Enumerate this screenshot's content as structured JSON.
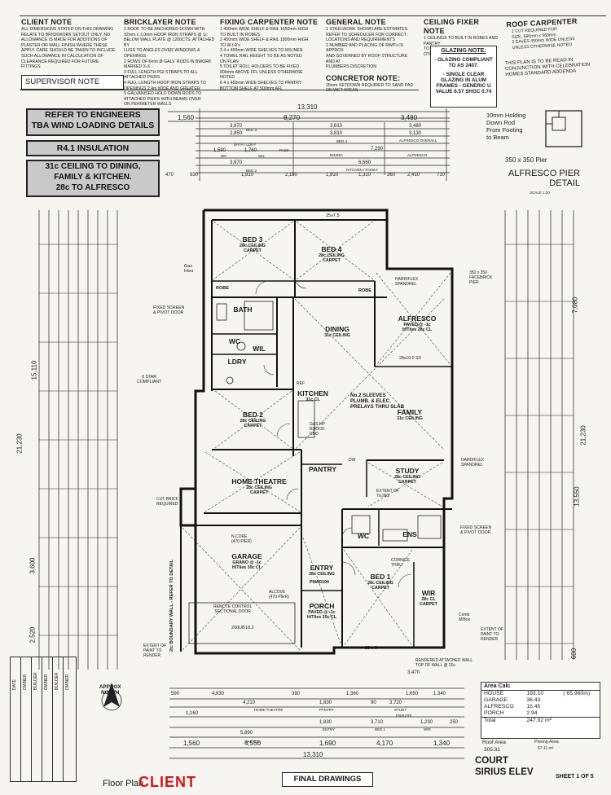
{
  "notes": [
    {
      "title": "CLIENT NOTE",
      "body": "ALL DIMENSIONS STATED ON THIS DRAWING\nRELATE TO BRICKWORK SETOUT ONLY. NO\nALLOWANCE IS MADE FOR ADDITIONS OF\nPLASTER OR WALL FINISH WHERE THESE\nAPPLY. CARE SHOULD BE TAKEN TO INCLUDE\nSUCH ALLOWANCE IN CALCULATION OF\nCLEARANCE REQUIRED FOR FUTURE FITTINGS"
    },
    {
      "title": "BRICKLAYER NOTE",
      "body": "1 ROOF TO BE ANCHORED DOWN WITH\n32mm x 1.0mm HOOP IRON STRAPS @ 1c\nBELOW WALL PLATE @ 1200CTS. ATTACHED BY\nLUGS TO ANGLES OVER WINDOWS & OPENINGS\n2 ROWS OF 6mm Ø GALV. RODS IN BWORK\nMARKED X-X\n3 FULL LENGTH PGI STRAPS TO ALL\nATTACHED PIERS\n4 FULL LENGTH HOOP IRON STRAPS TO\nOPENINGS 2.4m WIDE AND GREATER\n5 GALVANISED HOLD DOWN RODS TO\nATTACHED PIERS WITH BEAMS OVER\nON PERIMETER WALLS"
    },
    {
      "title": "FIXING CARPENTER NOTE",
      "body": "1 450mm WIDE SHELF & RAIL 1650mm HIGH\nTO BUILT IN ROBES\n2 450mm WIDE SHELF & RAIL 1800mm HIGH\nTO W.I.R's\n3 4 x 450mm WIDE SHELVES TO W/LINEN\n4 TOWEL RAIL HEIGHT TO BE AS NOTED\nON PLAN\n5 TOILET ROLL HOLDERS TO BE FIXED\n800mm ABOVE FFL UNLESS OTHERWISE\nNOTED\n6 4 x 450mm WIDE SHELVES TO PANTRY\nBOTTOM SHELF AT 500mm AFL"
    },
    {
      "title": "GENERAL NOTE",
      "body": "1 STEELWORK SHOWN ARE ESTIMATES.\nREFER TO SCHEDULER FOR CORRECT\nLOCATIONS AND REQUIREMENTS\n2 NUMBER AND PLACING OF RWP's IS APPROX\nAND GOVERNED BY ROOF STRUCTURE AND AT\nPLUMBERS DISCRETION"
    },
    {
      "title": "CEILING FIXER NOTE",
      "body": "1 CEILINGS TO BUILT IN ROBES AND PANTRY\nTO BE 2100mm HIGH UNLESS\nOTHERWISE NOTED"
    },
    {
      "title": "ROOF CARPENTER",
      "body": "1 CUT REQUIRED FOR\nSIZE, 560mm x 560mm\n2 EAVES 450mm WIDE UNLESS\nUNLESS OTHERWISE NOTED"
    }
  ],
  "concretor": {
    "title": "CONCRETOR NOTE:",
    "body": "25mm SETDOWN REQUIRED TO SAND PAD\nON WET AREAS"
  },
  "glazing": {
    "title": "GLAZING NOTE:",
    "line1": "- GLAZING COMPLIANT\nTO AS 2407.",
    "line2": "- SINGLE CLEAR\nGLAZING IN ALUM\nFRAMES - GENERIC U\nVALUE 6.57 SHGC 0.74"
  },
  "plan_note": "THIS PLAN IS TO BE READ IN\nCONJUNCTION WITH CELEBRATION\nHOMES STANDARD ADDENDA",
  "supervisor": "SUPERVISOR NOTE",
  "stamps": {
    "engineers": "REFER TO ENGINEERS\nTBA WIND LOADING DETAILS",
    "insulation": "R4.1 INSULATION",
    "ceiling": "31c CEILING TO DINING,\nFAMILY & KITCHEN.\n28c TO ALFRESCO"
  },
  "pier": {
    "down_rod": "10mm Holding\nDown Rod\nFrom Footing\nto Beam",
    "size": "350 x 350 Pier",
    "title": "ALFRESCO PIER\nDETAIL",
    "scale": "SCALE 1:20"
  },
  "dims_top": {
    "overall": "13,310",
    "d1": "1,560",
    "d2": "8,270",
    "d3": "3,480",
    "r1": "3,870",
    "r1b": "3,810",
    "r1c": "3,480",
    "r2": "2,850",
    "r2b": "3,810",
    "r2c": "3,130",
    "r3": "1,590",
    "r3b": "1,760",
    "r3c": "7,290",
    "r4": "3,870",
    "r4b": "6,660",
    "r5": "470",
    "r5a": "930",
    "r5b": "1,810",
    "r5c": "2,150",
    "r5d": "1,810",
    "r5e": "1,310",
    "r5f": "360",
    "r5g": "2,410",
    "r5h": "710"
  },
  "dims_top_labels": {
    "bed3": "BED 3",
    "bath": "BATH / LDRY",
    "wc": "WC",
    "wil": "WIL",
    "bed2": "BED 2",
    "bed4": "BED 4",
    "dining": "DINING",
    "kitchen_family": "KITCHEN / FAMILY",
    "alfresco_overall": "ALFRESCO OVERALL",
    "alfresco": "ALFRESCO",
    "pass": "PASS"
  },
  "dims_left": {
    "total": "21,230",
    "d1": "15,110",
    "d2": "3,600",
    "d3": "2,520"
  },
  "dims_right": {
    "total": "21,230",
    "d1": "7,080",
    "d2": "13,550",
    "d3": "600"
  },
  "rooms": {
    "bed3": {
      "name": "BED 3",
      "ceil": "28c CEILING\nCARPET"
    },
    "bed4": {
      "name": "BED 4",
      "ceil": "28c CEILING\nCARPET"
    },
    "bath": {
      "name": "BATH"
    },
    "wc": {
      "name": "WC"
    },
    "wil": {
      "name": "WIL"
    },
    "ldry": {
      "name": "LDRY"
    },
    "robe1": {
      "name": "ROBE"
    },
    "robe2": {
      "name": "ROBE"
    },
    "dining": {
      "name": "DINING",
      "ceil": "31c CEILING"
    },
    "alfresco": {
      "name": "ALFRESCO",
      "ceil": "PAVED @ -1c\nH/Tiles 28c CL"
    },
    "kitchen": {
      "name": "KITCHEN",
      "ceil": "31c CL"
    },
    "family": {
      "name": "FAMILY",
      "ceil": "31c CEILING"
    },
    "bed2": {
      "name": "BED 2",
      "ceil": "28c CEILING\nCARPET"
    },
    "home_theatre": {
      "name": "HOME THEATRE",
      "ceil": "28c CEILING\nCARPET"
    },
    "pantry": {
      "name": "PANTRY"
    },
    "study": {
      "name": "STUDY",
      "ceil": "28c CEILING\nCARPET"
    },
    "wc2": {
      "name": "WC"
    },
    "ens": {
      "name": "ENS"
    },
    "garage": {
      "name": "GARAGE",
      "ceil": "GRANO @ -1c\nH/Tiles 30c CL"
    },
    "entry": {
      "name": "ENTRY",
      "ceil": "28c CEILING"
    },
    "porch": {
      "name": "PORCH",
      "ceil": "PAVED @ -1c\nH/Tiles 25c CL"
    },
    "bed1": {
      "name": "BED 1",
      "ceil": "28c CEILING\nCARPET"
    },
    "wir": {
      "name": "WIR",
      "ceil": "28c CL\nCARPET"
    }
  },
  "plan_labels": {
    "sleeves": "No.2 SLEEVES\nPLUMB. & ELEC.\nPRELAYS THRU SLAB",
    "star": "6 STAR\nCOMPLIANT",
    "fixed_screen": "FIXED SCREEN\n& PIVOT DOOR",
    "fixed_screen2": "FIXED SCREEN\n& PIVOT DOOR",
    "gas_hwu": "Gas\nHwu",
    "hardiflex": "HARDIFLEX\nSPANDREL",
    "hardiflex2": "HARDIFLEX\nSPANDREL",
    "facebrick": "350 x 350\nFACEBRICK\nPIER",
    "boundary": "2ic BOUNDARY WALL - REFER TO DETAIL",
    "remote": "REMOTE CONTROL\nSECTIONAL DOOR",
    "pmad": "PMAD104",
    "beam_al": "28x10.0 SD",
    "cut_brick": "CUT BRICK\nREQUIRED",
    "extent_tiling": "EXTENT OF\nTILING",
    "rendered_wall": "RENDERED ATTACHED WALL\nTOP OF WALL @ 20c",
    "extent_render": "EXTENT OF\nPAINT TO\nRENDER",
    "extent_render2": "EXTENT OF\nPAINT TO\nRENDER",
    "comb": "Comb\nM/Box",
    "approx_north": "APPROX\nNORTH",
    "ref": "REF",
    "dw": "DW",
    "ncore": "N.CORE\n(470 PIER)",
    "alcove": "ALCOVE\n(470 PIER)",
    "beam": "200UB18.2",
    "gas_hp": "GAS HP\nRHOOD\nUBO",
    "cornice": "CORNICE\nTHRU",
    "ss25": "25x7.5",
    "ss24": "23 x 9"
  },
  "dims_bottom": {
    "overall": "13,310",
    "a1": "590",
    "a2": "4,930",
    "a3": "390",
    "a4": "1,360",
    "a5": "1,830",
    "a6": "90",
    "a7": "3,720",
    "a8": "4,210",
    "a9": "1,650",
    "a10": "1,340",
    "b1": "1,160",
    "b2": "5,890",
    "b3": "1,830",
    "b4": "3,710",
    "b5": "1,230",
    "b6": "250",
    "c1": "1,560",
    "c2": "4,550",
    "c3": "1,690",
    "c4": "4,170",
    "c5": "1,340",
    "c6": "3,470",
    "labels": {
      "garage": "GARAGE",
      "home_theatre": "HOME THEATRE",
      "pantry": "PANTRY",
      "entry": "ENTRY",
      "bed1": "BED 1",
      "study": "STUDY",
      "ensuite": "ENSUITE",
      "wir": "WIR"
    }
  },
  "area": {
    "title": "Area Calc",
    "rows": [
      {
        "name": "HOUSE",
        "val": "193.10",
        "extra": "( 65.960m)"
      },
      {
        "name": "GARAGE",
        "val": "36.43",
        "extra": ""
      },
      {
        "name": "ALFRESCO",
        "val": "15.45",
        "extra": ""
      },
      {
        "name": "PORCH",
        "val": "2.94",
        "extra": ""
      },
      {
        "name": "Total",
        "val": "247.92 m²",
        "extra": ""
      }
    ]
  },
  "roof": {
    "label": "Roof Area",
    "value": "305.31",
    "paving_label": "Paving Area",
    "paving_value": "57.11 m²"
  },
  "title_block": {
    "name": "COURT",
    "elev": "SIRIUS ELEV",
    "sheet": "SHEET 1 OF 5",
    "plan_type": "Floor Plan",
    "client": "CLIENT",
    "final": "FINAL DRAWINGS"
  },
  "strip": {
    "cells": [
      "DATE",
      "OWNER",
      "BUILDER",
      "OWNER",
      "BUILDER",
      "OWNER"
    ]
  }
}
